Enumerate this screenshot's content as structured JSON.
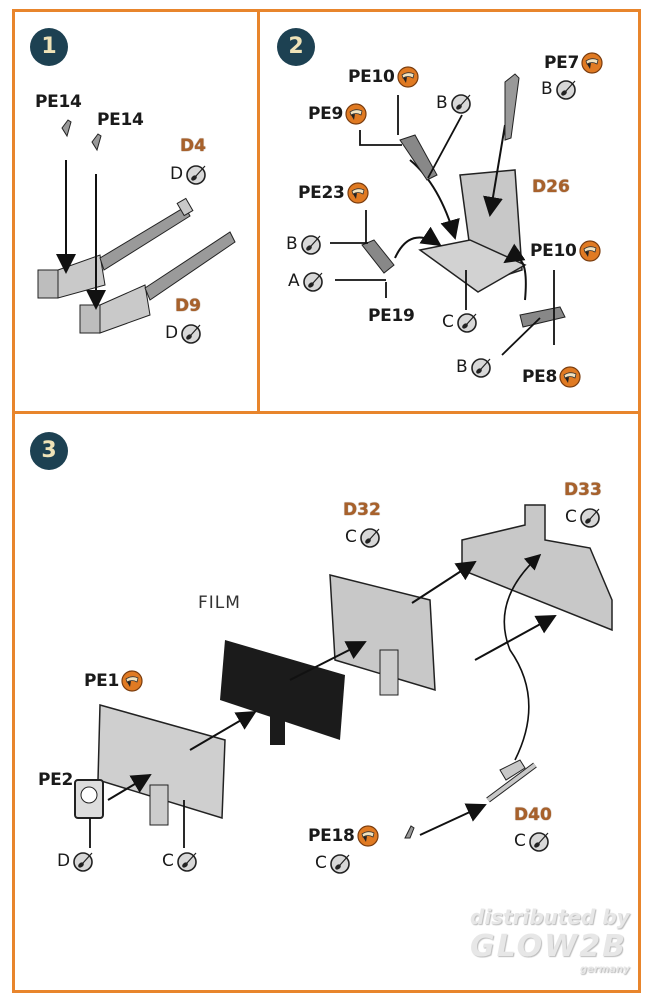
{
  "colors": {
    "frame": "#e8852c",
    "badge": "#1d4152",
    "badge_text": "#efe3b8",
    "part_label": "#a8612b",
    "pe_icon": "#e07a22"
  },
  "steps": [
    {
      "number": "1",
      "labels": [
        {
          "text": "PE14",
          "kind": "photoetch"
        },
        {
          "text": "PE14",
          "kind": "photoetch"
        },
        {
          "text": "D4",
          "kind": "part",
          "paint": "D"
        },
        {
          "text": "D9",
          "kind": "part",
          "paint": "D"
        }
      ]
    },
    {
      "number": "2",
      "labels": [
        {
          "text": "PE10",
          "kind": "photoetch"
        },
        {
          "text": "PE9",
          "kind": "photoetch"
        },
        {
          "text": "B",
          "kind": "paint"
        },
        {
          "text": "PE7",
          "kind": "photoetch",
          "paint": "B"
        },
        {
          "text": "PE23",
          "kind": "photoetch"
        },
        {
          "text": "D26",
          "kind": "part"
        },
        {
          "text": "B",
          "kind": "paint"
        },
        {
          "text": "A",
          "kind": "paint"
        },
        {
          "text": "PE19",
          "kind": "photoetch"
        },
        {
          "text": "C",
          "kind": "paint"
        },
        {
          "text": "PE10",
          "kind": "photoetch"
        },
        {
          "text": "B",
          "kind": "paint"
        },
        {
          "text": "PE8",
          "kind": "photoetch"
        }
      ]
    },
    {
      "number": "3",
      "labels": [
        {
          "text": "D32",
          "kind": "part",
          "paint": "C"
        },
        {
          "text": "D33",
          "kind": "part",
          "paint": "C"
        },
        {
          "text": "FILM",
          "kind": "film"
        },
        {
          "text": "PE1",
          "kind": "photoetch"
        },
        {
          "text": "PE2",
          "kind": "photoetch"
        },
        {
          "text": "D",
          "kind": "paint"
        },
        {
          "text": "C",
          "kind": "paint"
        },
        {
          "text": "PE18",
          "kind": "photoetch",
          "paint": "C"
        },
        {
          "text": "D40",
          "kind": "part",
          "paint": "C"
        }
      ]
    }
  ],
  "watermark": {
    "line1": "distributed by",
    "line2": "GLOW2B",
    "line3": "germany"
  },
  "icons": {
    "photoetch": "pe-sheet-icon",
    "paint": "paintbrush-icon"
  }
}
